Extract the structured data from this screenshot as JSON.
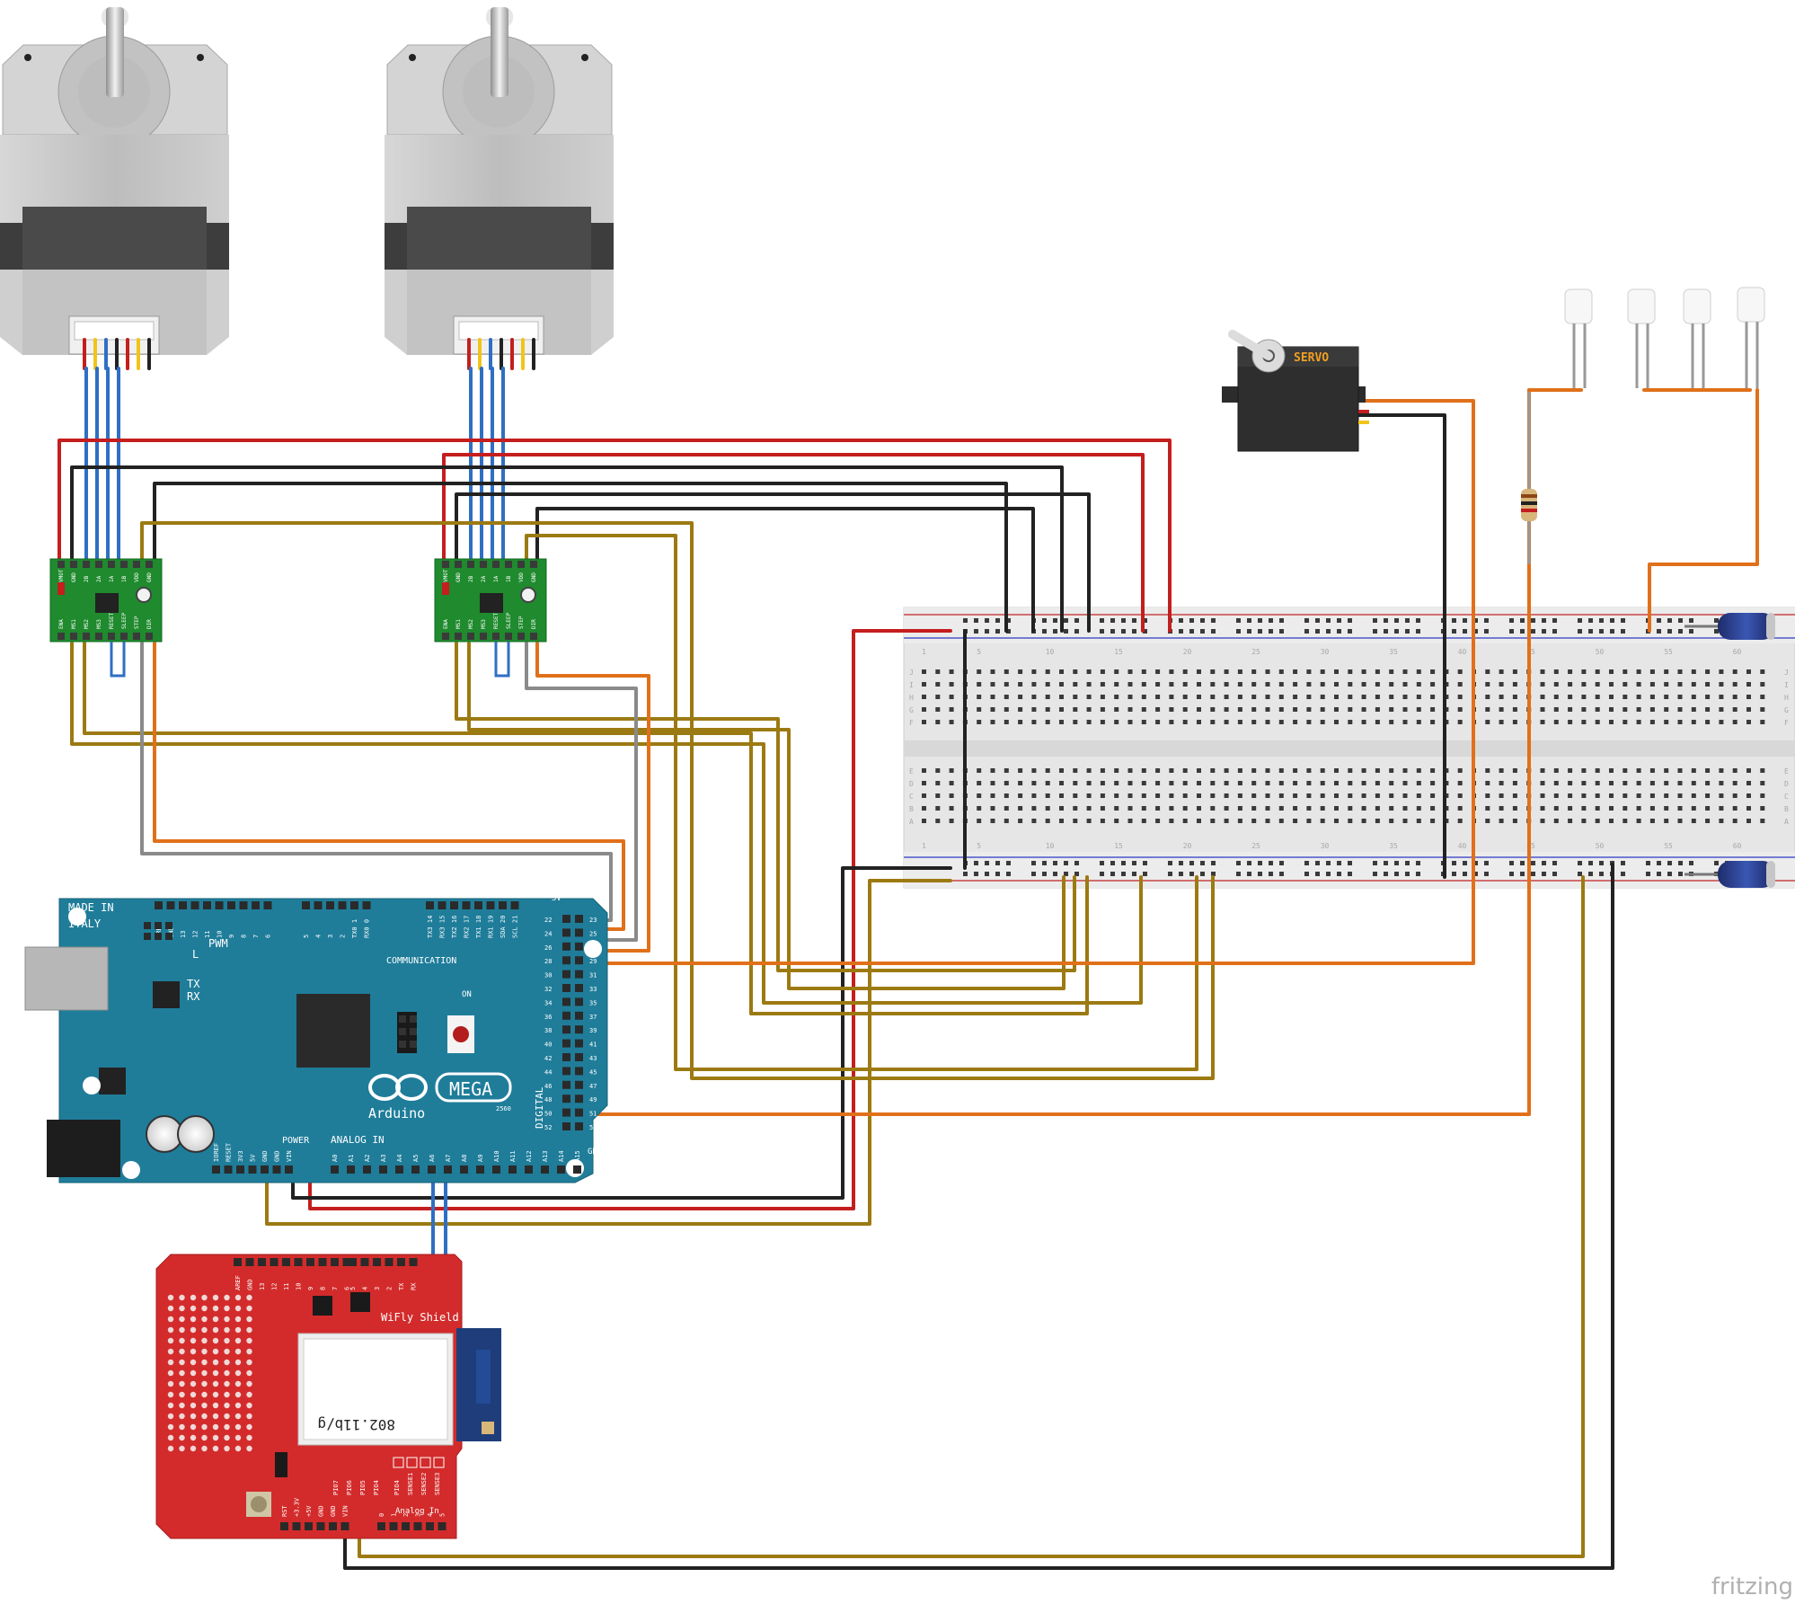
{
  "components": {
    "arduino": {
      "made_in": "MADE IN",
      "italy": "ITALY",
      "pwm": "PWM",
      "l": "L",
      "tx": "TX",
      "rx": "RX",
      "on": "ON",
      "mega": "MEGA",
      "arduino": "Arduino",
      "model": "2560",
      "communication": "COMMUNICATION",
      "power": "POWER",
      "analog_in": "ANALOG IN",
      "digital": "DIGITAL",
      "gnd": "GND",
      "five_v": "5V",
      "pins_top": [
        "AREF",
        "GND",
        "13",
        "12",
        "11",
        "10",
        "9",
        "8",
        "7",
        "6",
        "5",
        "4",
        "3",
        "2",
        "TX0 1",
        "RX0 0",
        "TX3 14",
        "RX3 15",
        "TX2 16",
        "RX2 17",
        "TX1 18",
        "RX1 19",
        "SDA 20",
        "SCL 21"
      ],
      "pins_power": [
        "IOREF",
        "RESET",
        "3V3",
        "5V",
        "GND",
        "GND",
        "VIN"
      ],
      "pins_analog": [
        "A0",
        "A1",
        "A2",
        "A3",
        "A4",
        "A5",
        "A6",
        "A7",
        "A8",
        "A9",
        "A10",
        "A11",
        "A12",
        "A13",
        "A14",
        "A15"
      ],
      "pins_digital_left": [
        "22",
        "24",
        "26",
        "28",
        "30",
        "32",
        "34",
        "36",
        "38",
        "40",
        "42",
        "44",
        "46",
        "48",
        "50",
        "52"
      ],
      "pins_digital_right": [
        "23",
        "25",
        "27",
        "29",
        "31",
        "33",
        "35",
        "37",
        "39",
        "41",
        "43",
        "45",
        "47",
        "49",
        "51",
        "53"
      ]
    },
    "wifly": {
      "title": "WiFly Shield",
      "module": "802.11b/g",
      "analog_in": "Analog In",
      "pins_top": [
        "AREF",
        "GND",
        "13",
        "12",
        "11",
        "10",
        "9",
        "8",
        "7",
        "6",
        "5",
        "4",
        "3",
        "2",
        "TX",
        "RX"
      ],
      "pins_bottom": [
        "RST",
        "+3.3V",
        "+5V",
        "GND",
        "GND",
        "VIN",
        "0",
        "1",
        "2",
        "3",
        "4",
        "5"
      ],
      "pio": [
        "PIO7",
        "PIO6",
        "PIO5",
        "PIO4"
      ],
      "sense": [
        "PIO4",
        "SENSE1",
        "SENSE2",
        "SENSE3"
      ]
    },
    "servo": {
      "label": "SERVO"
    },
    "driver": {
      "pins_top": [
        "VMOT",
        "GND",
        "2B",
        "2A",
        "1A",
        "1B",
        "VDD",
        "GND"
      ],
      "pins_bottom": [
        "ENA",
        "MS1",
        "MS2",
        "MS3",
        "RESET",
        "SLEEP",
        "STEP",
        "DIR"
      ]
    },
    "breadboard": {
      "col_labels": [
        "1",
        "5",
        "10",
        "15",
        "20",
        "25",
        "30",
        "35",
        "40",
        "45",
        "50",
        "55",
        "60"
      ],
      "row_labels_top": [
        "J",
        "I",
        "H",
        "G",
        "F"
      ],
      "row_labels_bottom": [
        "E",
        "D",
        "C",
        "B",
        "A"
      ]
    }
  },
  "watermark": "fritzing",
  "colors": {
    "wire_red": "#c41e1e",
    "wire_black": "#222222",
    "wire_blue": "#2f6fc4",
    "wire_mustard": "#9c7a12",
    "wire_orange": "#e0701a",
    "wire_gray": "#8a8a8a",
    "arduino_board": "#1f7d9a",
    "wifly_board": "#d32b2b",
    "driver_board": "#1f8a2e"
  }
}
